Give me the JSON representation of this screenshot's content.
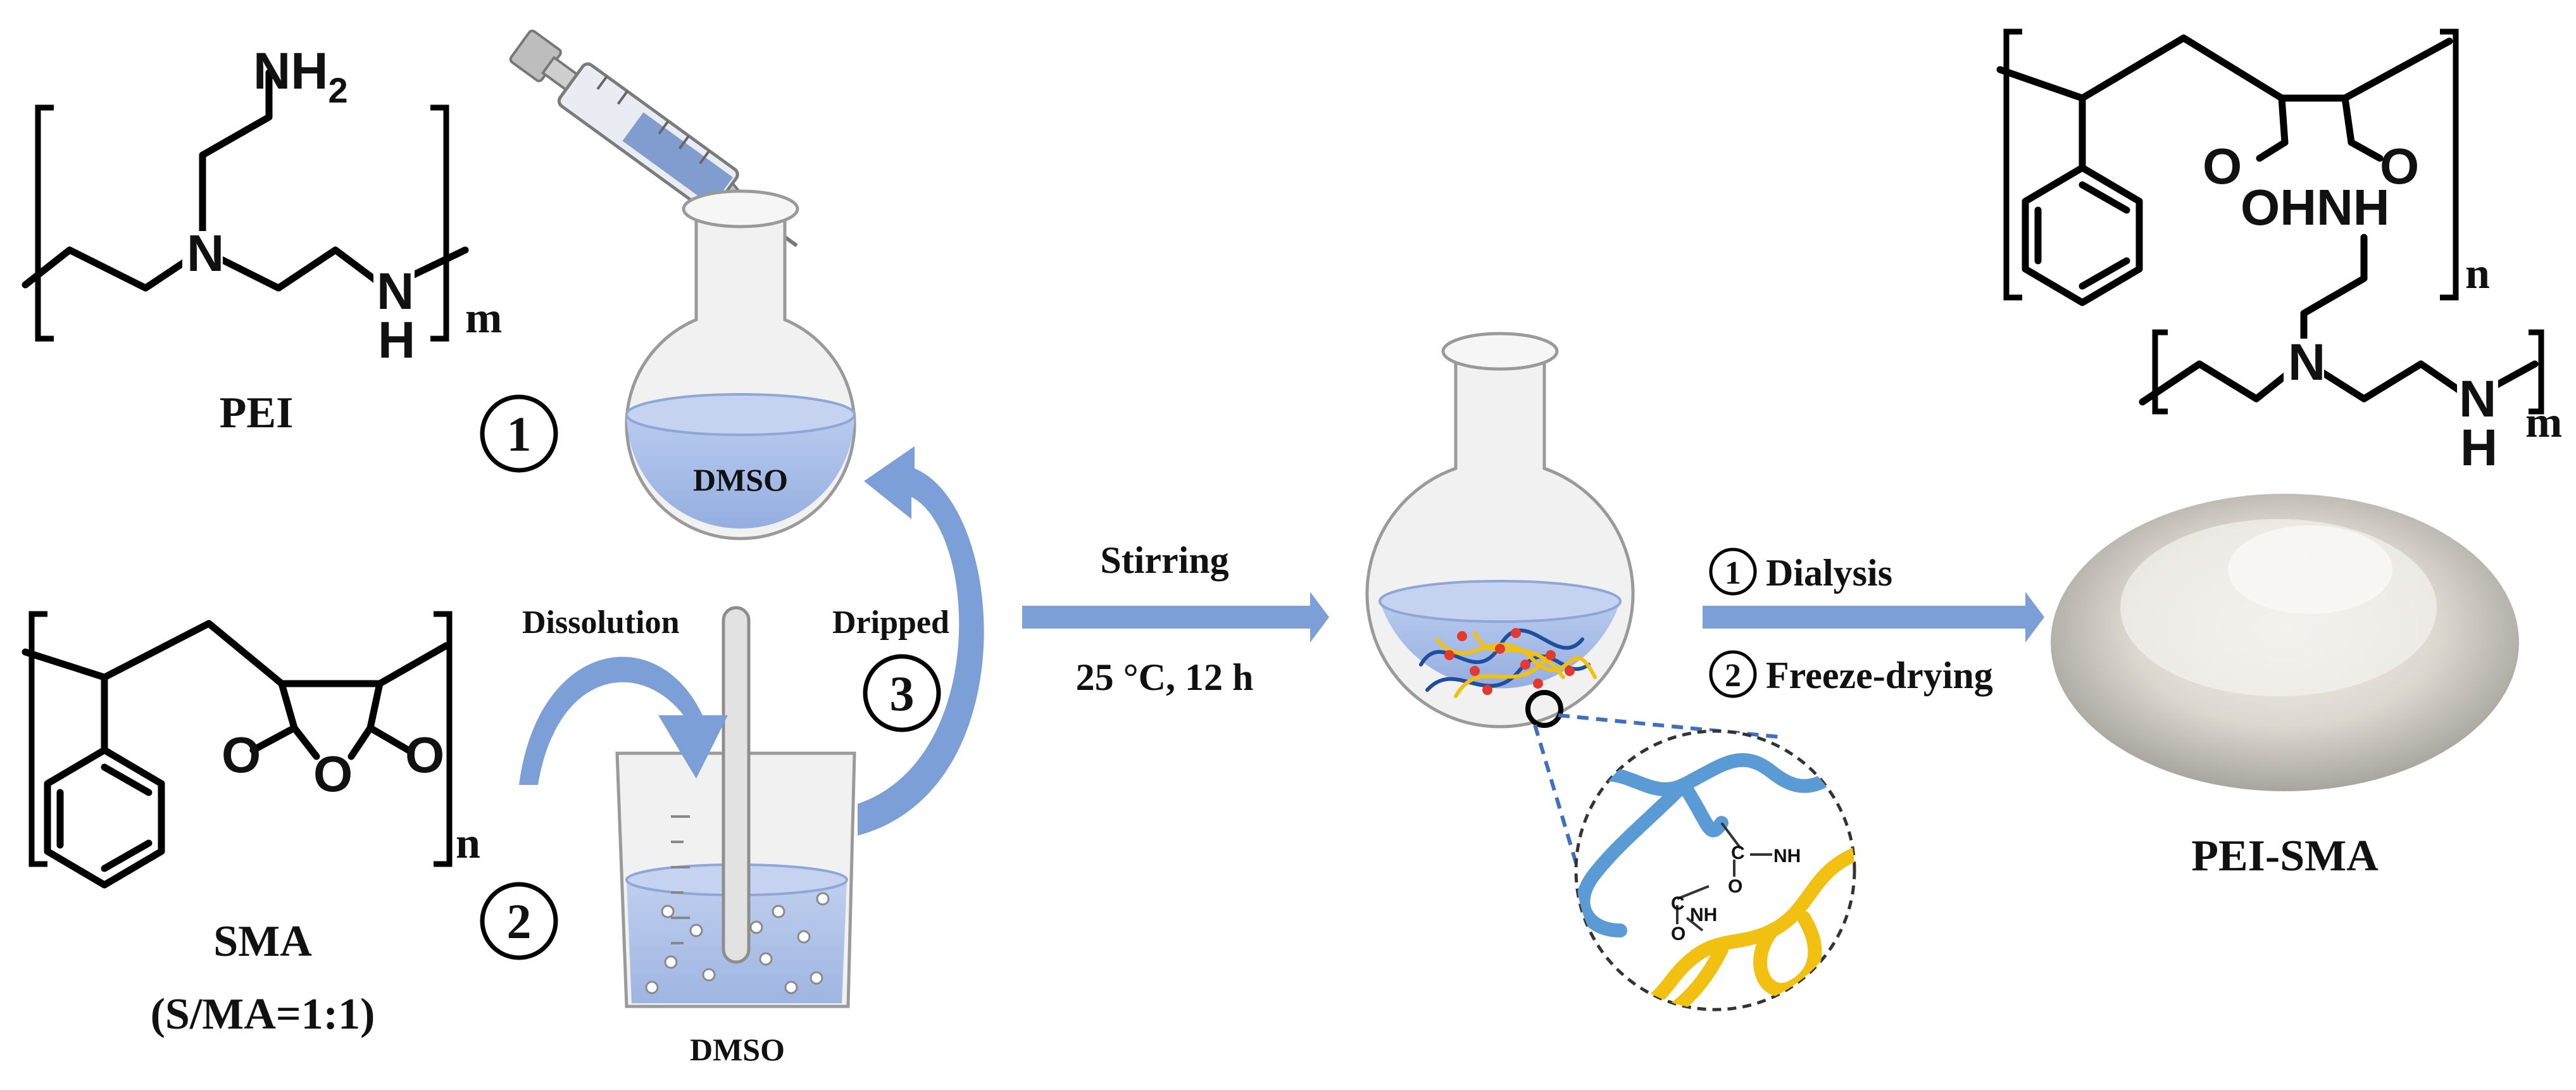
{
  "labels": {
    "pei_name": "PEI",
    "sma_name": "SMA",
    "sma_ratio": "(S/MA=1:1)",
    "pei_sma_name": "PEI-SMA",
    "dmso_flask": "DMSO",
    "dmso_beaker": "DMSO",
    "dissolution": "Dissolution",
    "dripped": "Dripped",
    "stirring": "Stirring",
    "conditions": "25 °C, 12  h",
    "dialysis": "Dialysis",
    "freeze_drying": "Freeze-drying"
  },
  "steps": {
    "step1": "1",
    "step2": "2",
    "step3": "3",
    "post1": "1",
    "post2": "2"
  },
  "chem": {
    "nh2": "NH",
    "nh2_sub": "2",
    "n": "N",
    "nh_n": "N",
    "nh_h": "H",
    "m": "m",
    "n_sub": "n",
    "o": "O",
    "ohnh": "OHNH",
    "zoom_nh": "NH",
    "zoom_c": "C",
    "zoom_o": "O"
  },
  "colors": {
    "arrow": "#7b9fd6",
    "solution": "#a9bde6",
    "blue_chain": "#5b9bd5",
    "yellow_chain": "#f2c011",
    "dot": "#e23a2e"
  }
}
